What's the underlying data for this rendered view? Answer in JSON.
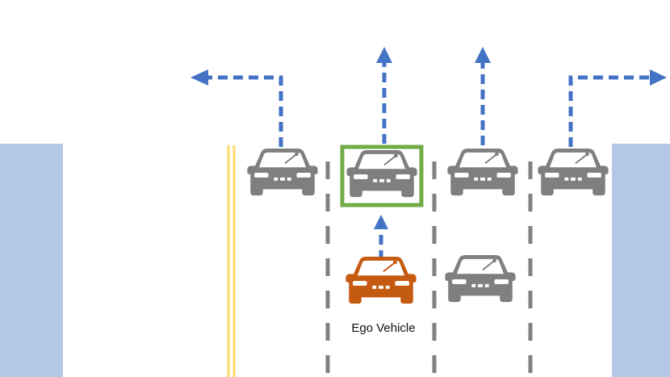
{
  "label": {
    "ego": "Ego Vehicle"
  },
  "colors": {
    "lane_block": "#b4c7e7",
    "arrow": "#4472c4",
    "lane_marking": "#808080",
    "center_line": "#ffd966",
    "car_other": "#7f7f7f",
    "car_ego": "#c55a11",
    "target_box": "#70ad47"
  },
  "icons": [
    "car-icon",
    "arrow-left-icon",
    "arrow-up-icon",
    "arrow-right-icon"
  ],
  "vehicles": [
    {
      "id": "car-lane1-front",
      "role": "other"
    },
    {
      "id": "car-lane2-front",
      "role": "target"
    },
    {
      "id": "car-lane3-front",
      "role": "other"
    },
    {
      "id": "car-lane4-front",
      "role": "other"
    },
    {
      "id": "car-ego",
      "role": "ego"
    },
    {
      "id": "car-lane3-rear",
      "role": "other"
    }
  ],
  "maneuvers": [
    "turn-left",
    "straight",
    "straight",
    "turn-right",
    "follow"
  ]
}
